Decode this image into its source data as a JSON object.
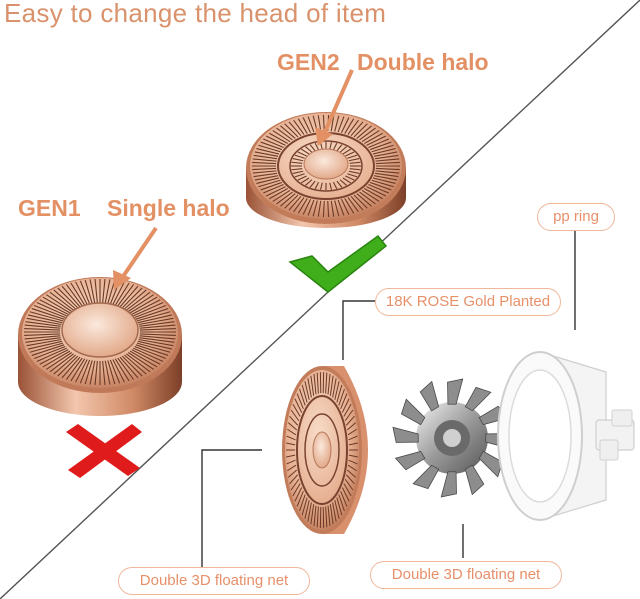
{
  "headline": "Easy to change the head of item",
  "gen2": {
    "gen": "GEN2",
    "name": "Double halo",
    "status_icon": "check-mark-icon",
    "status_color": "#3fae1a"
  },
  "gen1": {
    "gen": "GEN1",
    "name": "Single halo",
    "status_icon": "cross-mark-icon",
    "status_color": "#e01b1b"
  },
  "parts": {
    "pp_ring": "pp ring",
    "rose_gold": "18K ROSE Gold Planted",
    "net_left": "Double 3D floating net",
    "net_right": "Double 3D floating net"
  },
  "colors": {
    "accent": "#e39064",
    "rose_gold": "#d99a78",
    "divider": "#4a4a4a"
  }
}
